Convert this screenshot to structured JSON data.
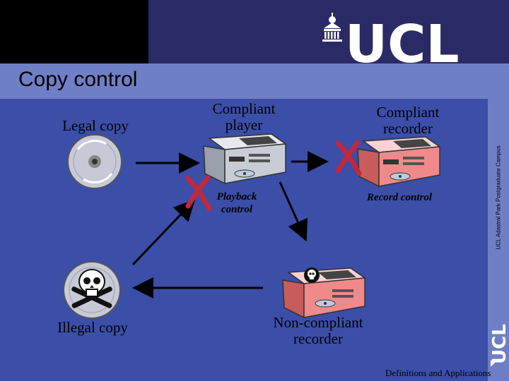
{
  "slide": {
    "title": "Copy control",
    "side_text": "UCL Adastral Park Postgraduate Campus",
    "footer": "Definitions and Applications",
    "logo_text": "UCL"
  },
  "diagram": {
    "legal_copy": "Legal copy",
    "illegal_copy": "Illegal copy",
    "compliant_player": [
      "Compliant",
      "player"
    ],
    "compliant_recorder": [
      "Compliant",
      "recorder"
    ],
    "noncompliant_recorder": [
      "Non-compliant",
      "recorder"
    ],
    "playback_control": [
      "Playback",
      "control"
    ],
    "record_control": "Record control"
  },
  "colors": {
    "background": "#3b4ea8",
    "title_band": "#6f7fc6",
    "player_body": "#c8ccd4",
    "recorder_body": "#f08a8a",
    "cross": "#c0283c"
  }
}
